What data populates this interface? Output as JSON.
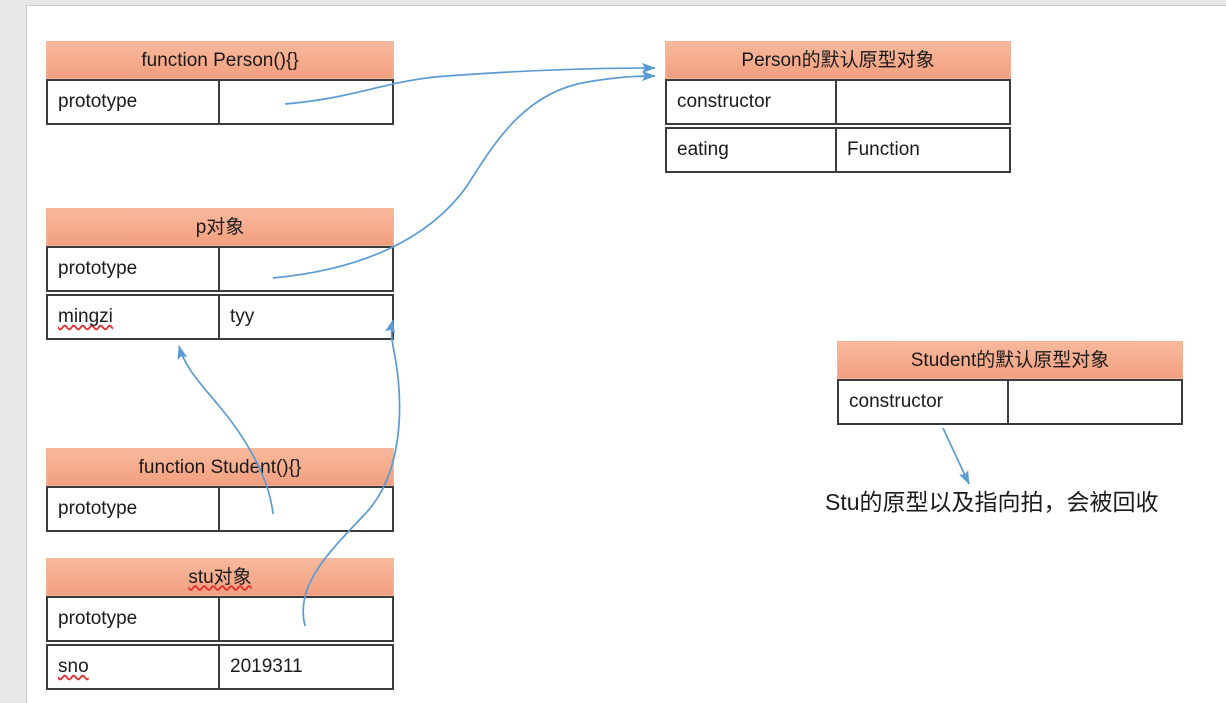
{
  "page": {
    "background": "#e8e8e8",
    "canvas_background": "#ffffff",
    "header_color": "#f3a886",
    "arrow_color": "#5b9bd5",
    "border_color": "#3b3b3b"
  },
  "tables": {
    "person_function": {
      "title": "function Person(){}",
      "rows": [
        {
          "key": "prototype",
          "value": ""
        }
      ]
    },
    "person_prototype": {
      "title": "Person的默认原型对象",
      "rows": [
        {
          "key": "constructor",
          "value": ""
        },
        {
          "key": "eating",
          "value": "Function"
        }
      ]
    },
    "p_object": {
      "title": "p对象",
      "rows": [
        {
          "key": "prototype",
          "value": ""
        },
        {
          "key": "mingzi",
          "value": "tyy"
        }
      ]
    },
    "student_function": {
      "title": "function Student(){}",
      "rows": [
        {
          "key": "prototype",
          "value": ""
        }
      ]
    },
    "stu_object": {
      "title": "stu对象",
      "rows": [
        {
          "key": "prototype",
          "value": ""
        },
        {
          "key": "sno",
          "value": "2019311"
        }
      ]
    },
    "student_prototype": {
      "title": "Student的默认原型对象",
      "rows": [
        {
          "key": "constructor",
          "value": ""
        }
      ]
    }
  },
  "caption": {
    "text": "Stu的原型以及指向拍，会被回收"
  },
  "arrows": [
    {
      "name": "person-prototype-to-person-proto-object",
      "from": "function Person(){} prototype",
      "to": "Person的默认原型对象"
    },
    {
      "name": "p-prototype-to-person-proto-object",
      "from": "p对象 prototype",
      "to": "Person的默认原型对象"
    },
    {
      "name": "student-prototype-to-p-object",
      "from": "function Student(){} prototype",
      "to": "p对象"
    },
    {
      "name": "stu-prototype-to-p-object",
      "from": "stu对象 prototype",
      "to": "p对象"
    },
    {
      "name": "student-proto-object-to-caption",
      "from": "Student的默认原型对象 constructor",
      "to": "Stu的原型以及指向拍，会被回收"
    }
  ]
}
